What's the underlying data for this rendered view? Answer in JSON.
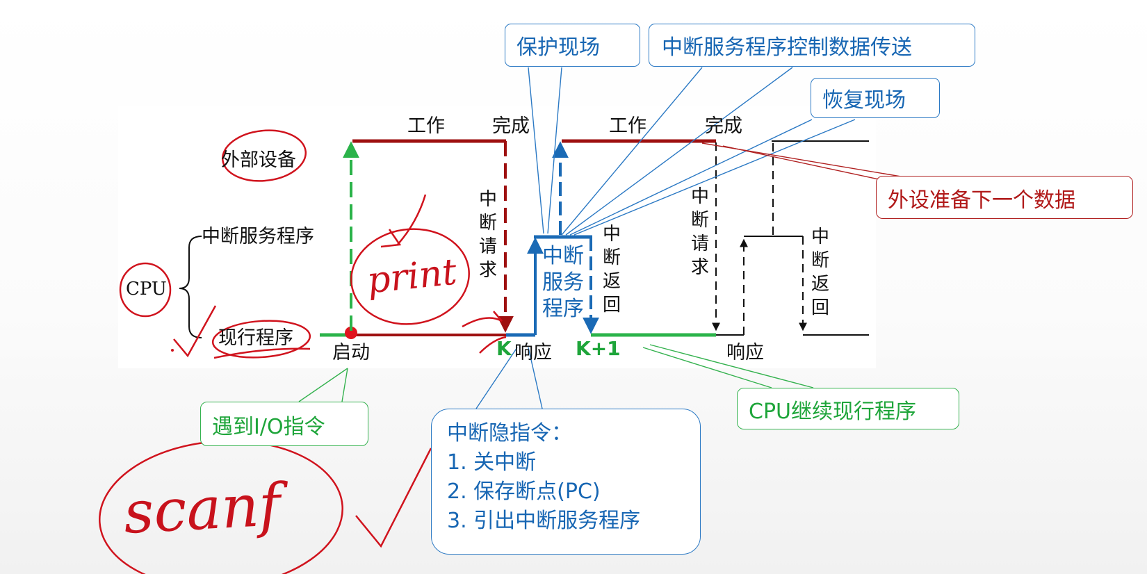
{
  "colors": {
    "dark_red": "#9e1010",
    "green": "#2bb34a",
    "blue": "#1a6ab5",
    "ink_red": "#d0131d",
    "black": "#111111"
  },
  "diagram": {
    "rows": {
      "device": "外部设备",
      "isr": "中断服务程序",
      "current": "现行程序",
      "cpu": "CPU"
    },
    "labels": {
      "work1": "工作",
      "done1": "完成",
      "work2": "工作",
      "done2": "完成",
      "start": "启动",
      "respond1": "响应",
      "respond2": "响应",
      "k": "K",
      "k1": "K+1"
    },
    "vertical": {
      "irq1": "中断请求",
      "ret1": "中断返回",
      "irq2": "中断请求",
      "ret2": "中断返回"
    },
    "isr_block": "中断服务程序"
  },
  "callouts": {
    "save_context": "保护现场",
    "isr_transfer": "中断服务程序控制数据传送",
    "restore_context": "恢复现场",
    "device_next": "外设准备下一个数据",
    "io_instr": "遇到I/O指令",
    "cpu_continue": "CPU继续现行程序",
    "hidden_instr": {
      "title": "中断隐指令：",
      "items": [
        "1. 关中断",
        "2. 保存断点(PC)",
        "3. 引出中断服务程序"
      ]
    }
  },
  "handwriting": {
    "print": "print",
    "scanf": "scanf"
  }
}
